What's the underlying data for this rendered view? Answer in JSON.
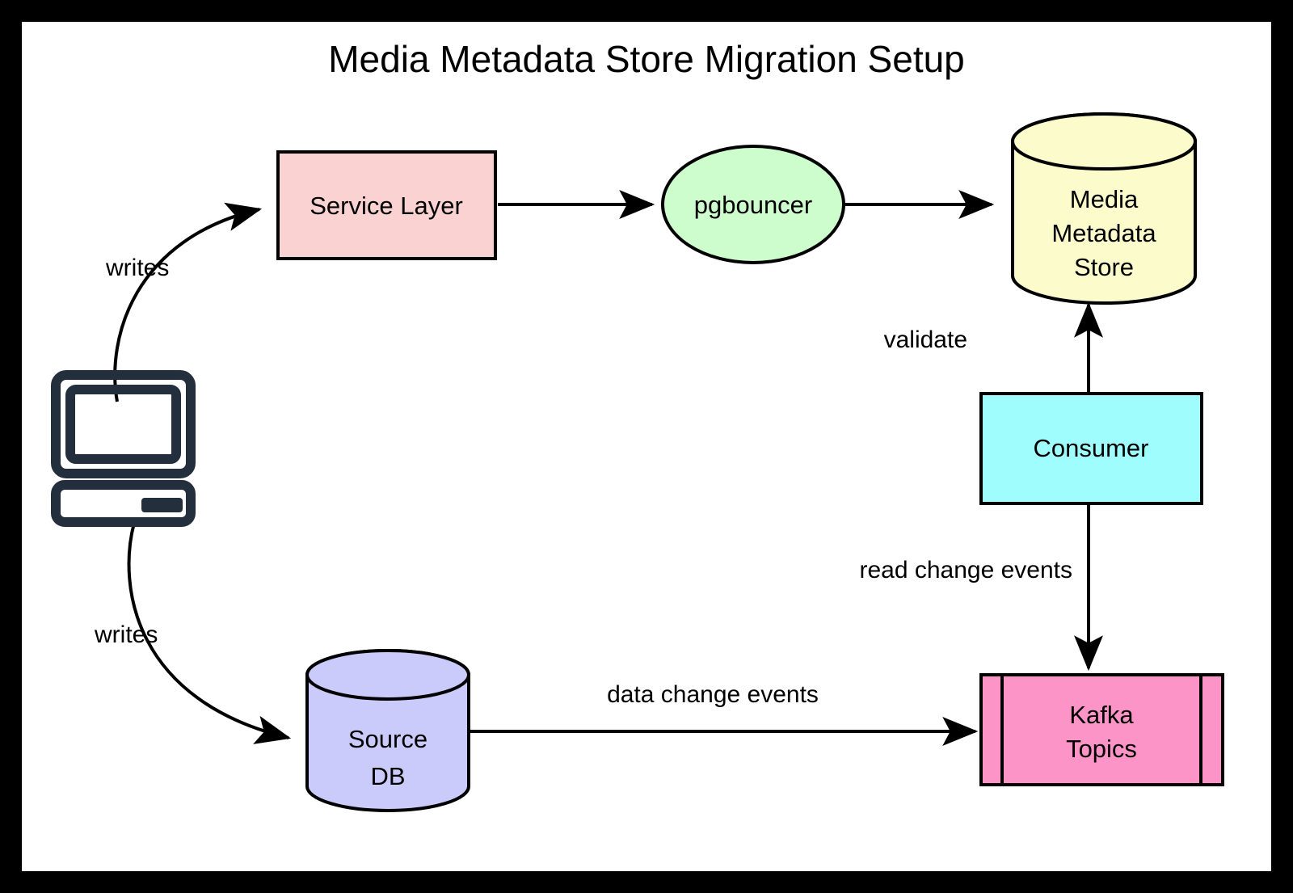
{
  "diagram": {
    "title": "Media Metadata Store Migration Setup",
    "type": "flowchart",
    "frame_color": "#000000",
    "canvas_color": "#ffffff",
    "stroke_color": "#000000",
    "nodes": [
      {
        "id": "client",
        "label": "",
        "shape": "computer-icon",
        "color": "#242f3e"
      },
      {
        "id": "service_layer",
        "label": "Service Layer",
        "shape": "rectangle",
        "color": "#fad2d2"
      },
      {
        "id": "pgbouncer",
        "label": "pgbouncer",
        "shape": "ellipse",
        "color": "#cdfdcd"
      },
      {
        "id": "media_metadata_store",
        "label_line1": "Media",
        "label_line2": "Metadata",
        "label_line3": "Store",
        "shape": "cylinder",
        "color": "#fbfbcb"
      },
      {
        "id": "consumer",
        "label": "Consumer",
        "shape": "rectangle",
        "color": "#9ffdfd"
      },
      {
        "id": "kafka_topics",
        "label_line1": "Kafka",
        "label_line2": "Topics",
        "shape": "subroutine",
        "color": "#fd94c7"
      },
      {
        "id": "source_db",
        "label_line1": "Source",
        "label_line2": "DB",
        "shape": "cylinder",
        "color": "#cbcbfb"
      }
    ],
    "edges": [
      {
        "id": "e1",
        "from": "client",
        "to": "service_layer",
        "label": "writes"
      },
      {
        "id": "e2",
        "from": "service_layer",
        "to": "pgbouncer",
        "label": ""
      },
      {
        "id": "e3",
        "from": "pgbouncer",
        "to": "media_metadata_store",
        "label": ""
      },
      {
        "id": "e4",
        "from": "consumer",
        "to": "media_metadata_store",
        "label": "validate"
      },
      {
        "id": "e5",
        "from": "consumer",
        "to": "kafka_topics",
        "label": "read change events"
      },
      {
        "id": "e6",
        "from": "client",
        "to": "source_db",
        "label": "writes"
      },
      {
        "id": "e7",
        "from": "source_db",
        "to": "kafka_topics",
        "label": "data change events"
      }
    ]
  }
}
